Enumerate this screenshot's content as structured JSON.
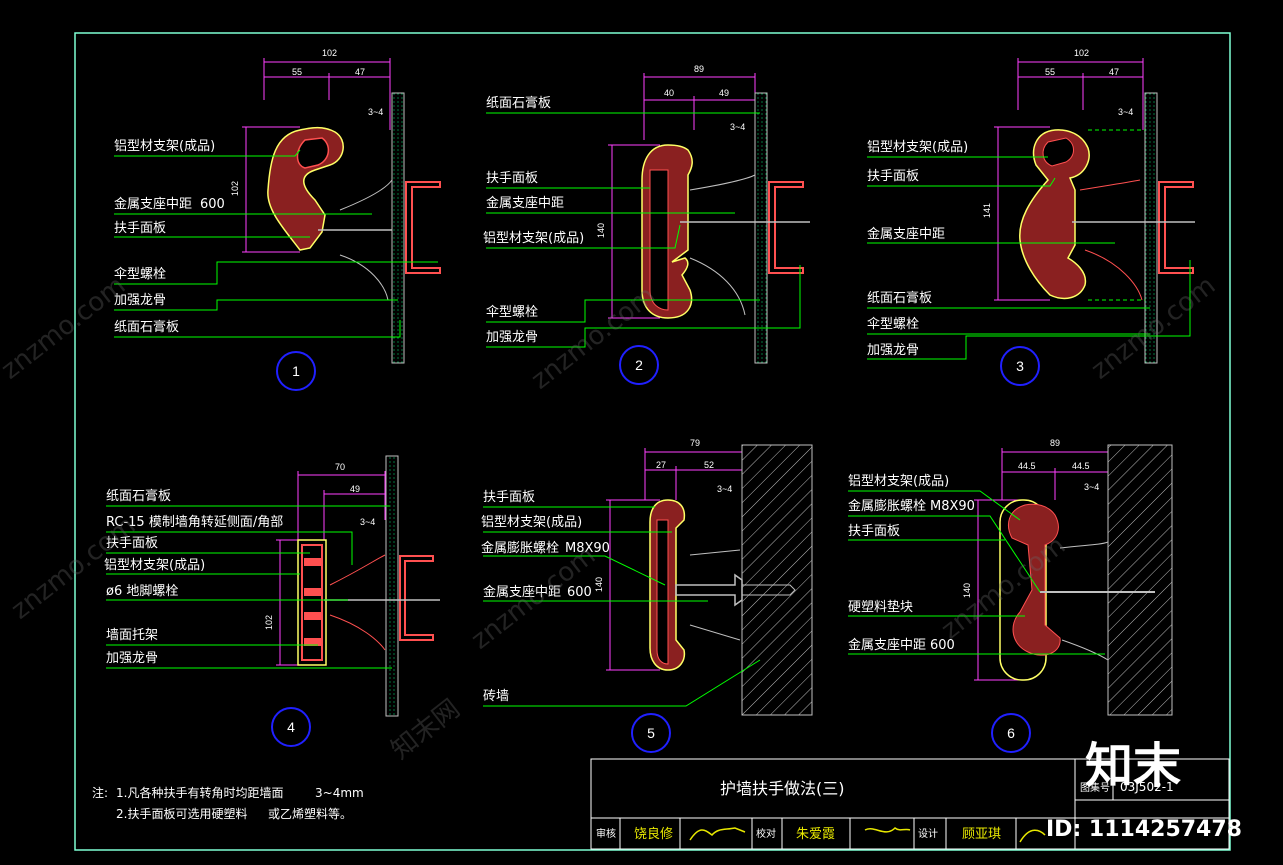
{
  "colors": {
    "background": "#000000",
    "frame": "#7fffd4",
    "leader": "#00ff00",
    "dimension": "#ff3fff",
    "profile": "#ff5050",
    "profile_outline": "#ffff66",
    "callout_circle": "#2020ff",
    "wall": "#c0c0c0"
  },
  "details": [
    {
      "number": "1",
      "dims": {
        "overall": "102",
        "left": "55",
        "right": "47",
        "height": "102",
        "gap": "3~4"
      },
      "labels": [
        "铝型材支架(成品)",
        "金属支座中距",
        "扶手面板",
        "伞型螺栓",
        "加强龙骨",
        "纸面石膏板"
      ],
      "spacing": "600"
    },
    {
      "number": "2",
      "dims": {
        "overall": "89",
        "left": "40",
        "right": "49",
        "height": "140",
        "gap": "3~4"
      },
      "labels": [
        "纸面石膏板",
        "扶手面板",
        "金属支座中距",
        "铝型材支架(成品)",
        "伞型螺栓",
        "加强龙骨"
      ]
    },
    {
      "number": "3",
      "dims": {
        "overall": "102",
        "left": "55",
        "right": "47",
        "height": "141",
        "gap": "3~4"
      },
      "labels": [
        "铝型材支架(成品)",
        "扶手面板",
        "金属支座中距",
        "纸面石膏板",
        "伞型螺栓",
        "加强龙骨"
      ]
    },
    {
      "number": "4",
      "dims": {
        "overall": "70",
        "inner": "49",
        "height": "102",
        "gap": "3~4"
      },
      "labels": [
        "纸面石膏板",
        "RC-15  模制墙角转延侧面/角部",
        "扶手面板",
        "铝型材支架(成品)",
        "ø6 地脚螺栓",
        "墙面托架",
        "加强龙骨"
      ]
    },
    {
      "number": "5",
      "dims": {
        "overall": "79",
        "left": "27",
        "right": "52",
        "height": "140",
        "gap": "3~4"
      },
      "labels": [
        "扶手面板",
        "铝型材支架(成品)",
        "金属膨胀螺栓",
        "金属支座中距",
        "砖墙"
      ],
      "bolt": "M8X90",
      "spacing": "600"
    },
    {
      "number": "6",
      "dims": {
        "overall": "89",
        "left": "44.5",
        "right": "44.5",
        "height": "140",
        "gap": "3~4"
      },
      "labels": [
        "铝型材支架(成品)",
        "金属膨胀螺栓",
        "扶手面板",
        "硬塑料垫块",
        "金属支座中距"
      ],
      "bolt": "M8X90",
      "spacing": "600"
    }
  ],
  "notes": {
    "prefix": "注:",
    "line1": "1.凡各种扶手有转角时均距墙面",
    "line1_value": "3~4mm",
    "line2": "2.扶手面板可选用硬塑料",
    "line2_tail": "或乙烯塑料等。"
  },
  "title_block": {
    "title": "护墙扶手做法(三)",
    "drawing_no_label": "图集号",
    "drawing_no": "03J502-1",
    "review_label": "审核",
    "reviewer": "饶良修",
    "check_label": "校对",
    "checker": "朱爱霞",
    "design_label": "设计",
    "designer": "顾亚琪"
  },
  "watermark": {
    "site": "znzmo.com",
    "brand": "知末网",
    "logo": "知末",
    "id_text": "ID: 1114257478"
  }
}
